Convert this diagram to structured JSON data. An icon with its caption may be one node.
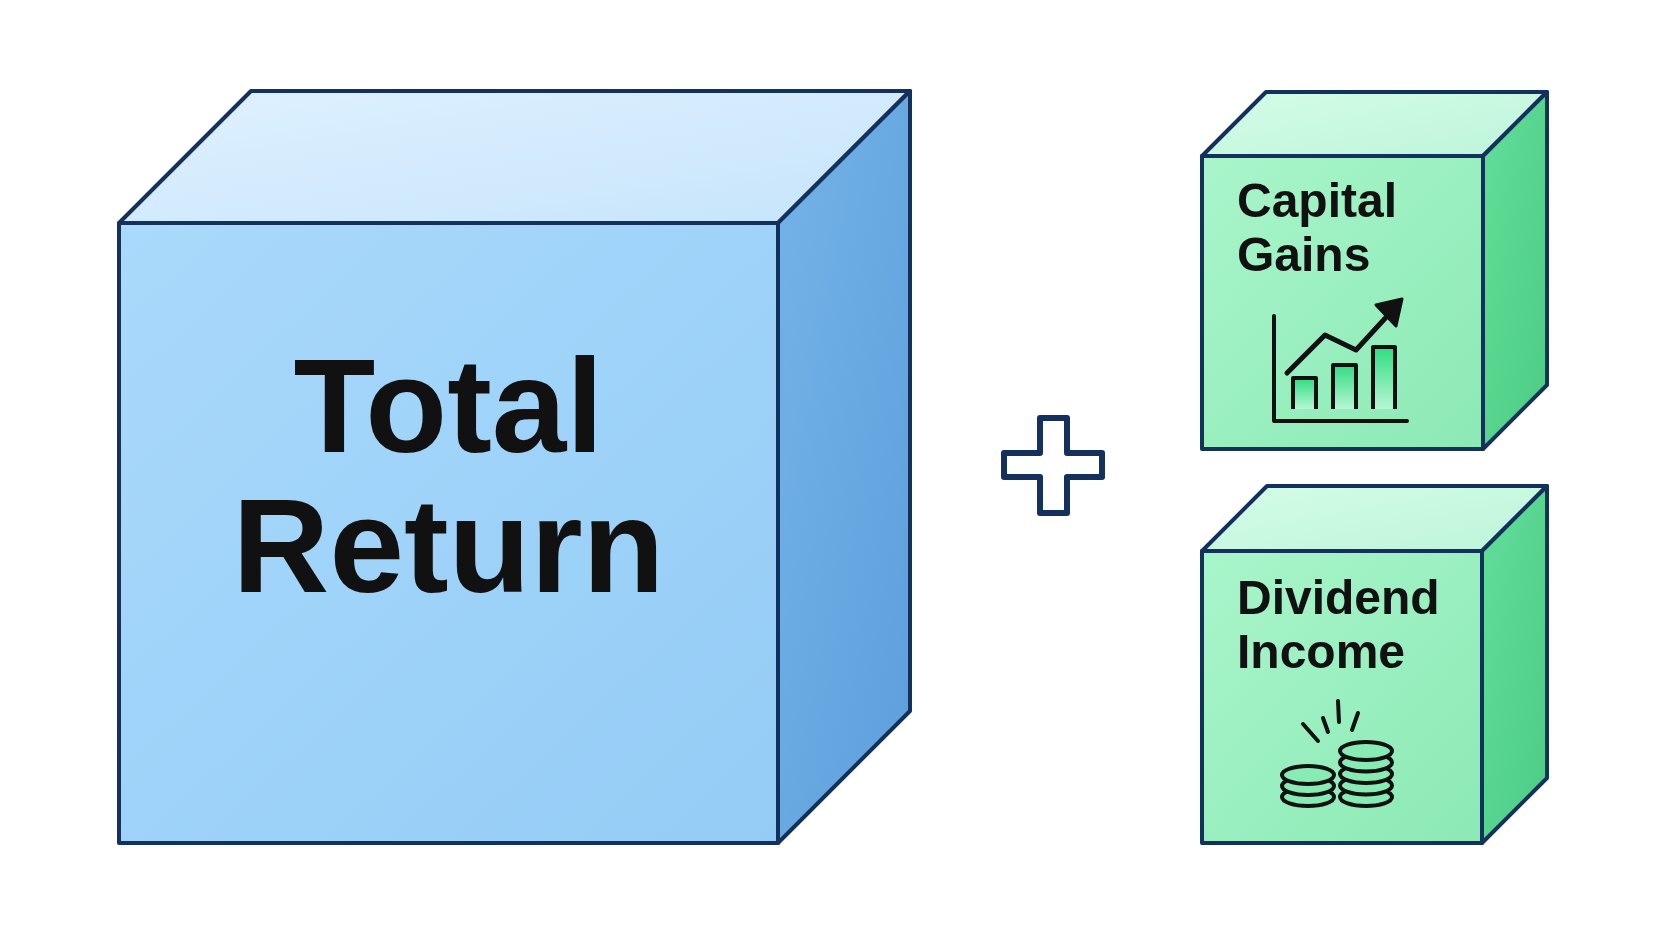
{
  "diagram": {
    "nodes": [
      {
        "text": [
          "Total Return"
        ]
      },
      {
        "text": [
          "Capital Gains"
        ]
      },
      {
        "text": [
          "Dividend Income"
        ]
      }
    ]
  }
}
